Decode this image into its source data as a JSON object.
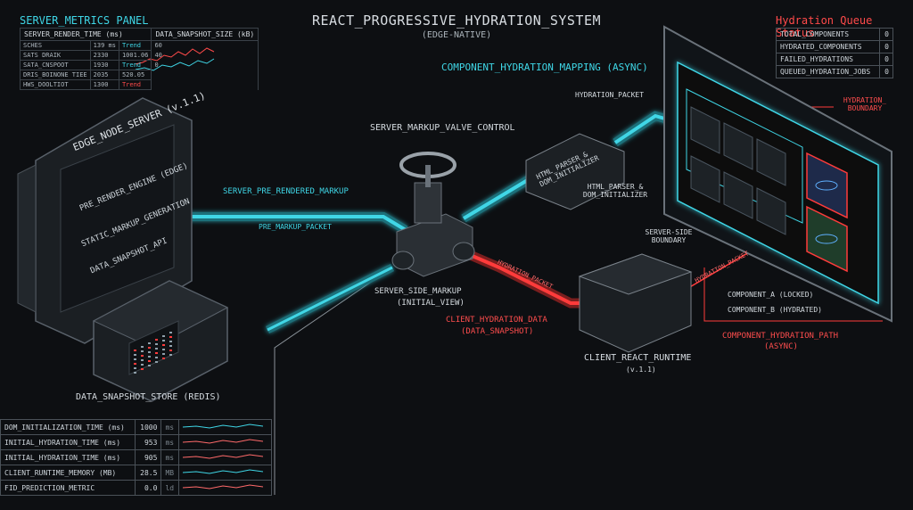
{
  "header": {
    "title": "REACT_PROGRESSIVE_HYDRATION_SYSTEM",
    "subtitle": "(EDGE-NATIVE)"
  },
  "server_metrics": {
    "title": "SERVER_METRICS PANEL",
    "col_render": "SERVER_RENDER_TIME (ms)",
    "col_snapshot": "DATA_SNAPSHOT_SIZE (kB)",
    "rows": [
      {
        "label": "SCHES",
        "value": "139 ms",
        "trend": "Trend"
      },
      {
        "label": "SATS DRAIK",
        "value": "2330",
        "trend": "1001.06"
      },
      {
        "label": "SATA_CNSPOOT",
        "value": "1930",
        "trend": "Trend"
      },
      {
        "label": "DRIS_BOINONE TIEE",
        "value": "2035",
        "trend": "520.05"
      },
      {
        "label": "HWS_DOOLTIOT",
        "value": "1300",
        "trend": "Trend"
      }
    ],
    "chart_ticks": [
      "60",
      "40",
      "0"
    ]
  },
  "queue": {
    "title": "Hydration Queue Status",
    "rows": [
      {
        "label": "TOTAL_COMPONENTS",
        "value": "0"
      },
      {
        "label": "HYDRATED_COMPONENTS",
        "value": "0"
      },
      {
        "label": "FAILED_HYDRATIONS",
        "value": "0"
      },
      {
        "label": "QUEUED_HYDRATION_JOBS",
        "value": "0"
      }
    ]
  },
  "edge_server": {
    "title": "EDGE_NODE_SERVER (v.1.1)",
    "items": [
      "PRE_RENDER_ENGINE (EDGE)",
      "STATIC_MARKUP_GENERATION",
      "DATA_SNAPSHOT_API"
    ]
  },
  "labels": {
    "store": "DATA_SNAPSHOT_STORE (REDIS)",
    "valve": "SERVER_MARKUP_VALVE_CONTROL",
    "pre_rendered": "SERVER_PRE_RENDERED_MARKUP",
    "pre_packet": "PRE_MARKUP_PACKET",
    "mapping": "COMPONENT_HYDRATION_MAPPING (ASYNC)",
    "hydration_packet_top": "HYDRATION_PACKET",
    "parser_box": "HTML_PARSER_& DOM_INITIALIZER",
    "parser_label": "HTML_PARSER_& DOM_INITIALIZER",
    "ssr_markup": "SERVER_SIDE_MARKUP",
    "ssr_markup_sub": "(INITIAL_VIEW)",
    "client_data": "CLIENT_HYDRATION_DATA",
    "client_data_sub": "(DATA_SNAPSHOT)",
    "hydration_packet_mid": "HYDRATION_PACKET",
    "hydration_packet_right": "HYDRATION_PACKET",
    "runtime": "CLIENT_REACT_RUNTIME",
    "runtime_sub": "(v.1.1)",
    "ssr_boundary": "SERVER-SIDE BOUNDARY",
    "hyd_boundary": "HYDRATION_ BOUNDARY",
    "comp_a": "COMPONENT_A (LOCKED)",
    "comp_b": "COMPONENT_B (HYDRATED)",
    "path": "COMPONENT_HYDRATION_PATH",
    "path_sub": "(ASYNC)"
  },
  "bottom_metrics": {
    "rows": [
      {
        "label": "DOM_INITIALIZATION_TIME (ms)",
        "value": "1000",
        "unit": "ms"
      },
      {
        "label": "INITIAL_HYDRATION_TIME (ms)",
        "value": "953",
        "unit": "ms"
      },
      {
        "label": "INITIAL_HYDRATION_TIME (ms)",
        "value": "905",
        "unit": "ms"
      },
      {
        "label": "CLIENT_RUNTIME_MEMORY (MB)",
        "value": "28.5",
        "unit": "MB"
      },
      {
        "label": "FID_PREDICTION_METRIC",
        "value": "0.0",
        "unit": "ld"
      }
    ]
  },
  "colors": {
    "cyan": "#3fd6e6",
    "red": "#ff3b3b",
    "background": "#0d0f12"
  }
}
